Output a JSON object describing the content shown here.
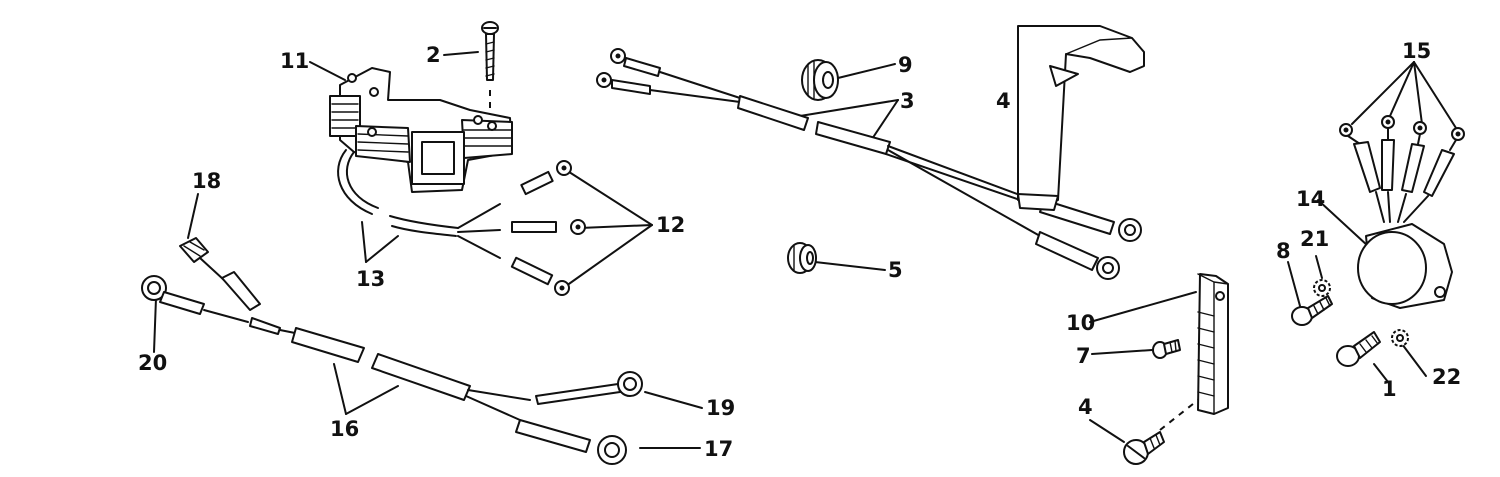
{
  "figure": {
    "callouts": [
      {
        "id": "c11",
        "text": "11"
      },
      {
        "id": "c2",
        "text": "2"
      },
      {
        "id": "c9",
        "text": "9"
      },
      {
        "id": "c3",
        "text": "3"
      },
      {
        "id": "c4a",
        "text": "4"
      },
      {
        "id": "c15",
        "text": "15"
      },
      {
        "id": "c18",
        "text": "18"
      },
      {
        "id": "c12",
        "text": "12"
      },
      {
        "id": "c13",
        "text": "13"
      },
      {
        "id": "c5",
        "text": "5"
      },
      {
        "id": "c14",
        "text": "14"
      },
      {
        "id": "c21",
        "text": "21"
      },
      {
        "id": "c8",
        "text": "8"
      },
      {
        "id": "c20",
        "text": "20"
      },
      {
        "id": "c10",
        "text": "10"
      },
      {
        "id": "c7",
        "text": "7"
      },
      {
        "id": "c22",
        "text": "22"
      },
      {
        "id": "c1",
        "text": "1"
      },
      {
        "id": "c16",
        "text": "16"
      },
      {
        "id": "c19",
        "text": "19"
      },
      {
        "id": "c4b",
        "text": "4"
      },
      {
        "id": "c17",
        "text": "17"
      }
    ]
  }
}
